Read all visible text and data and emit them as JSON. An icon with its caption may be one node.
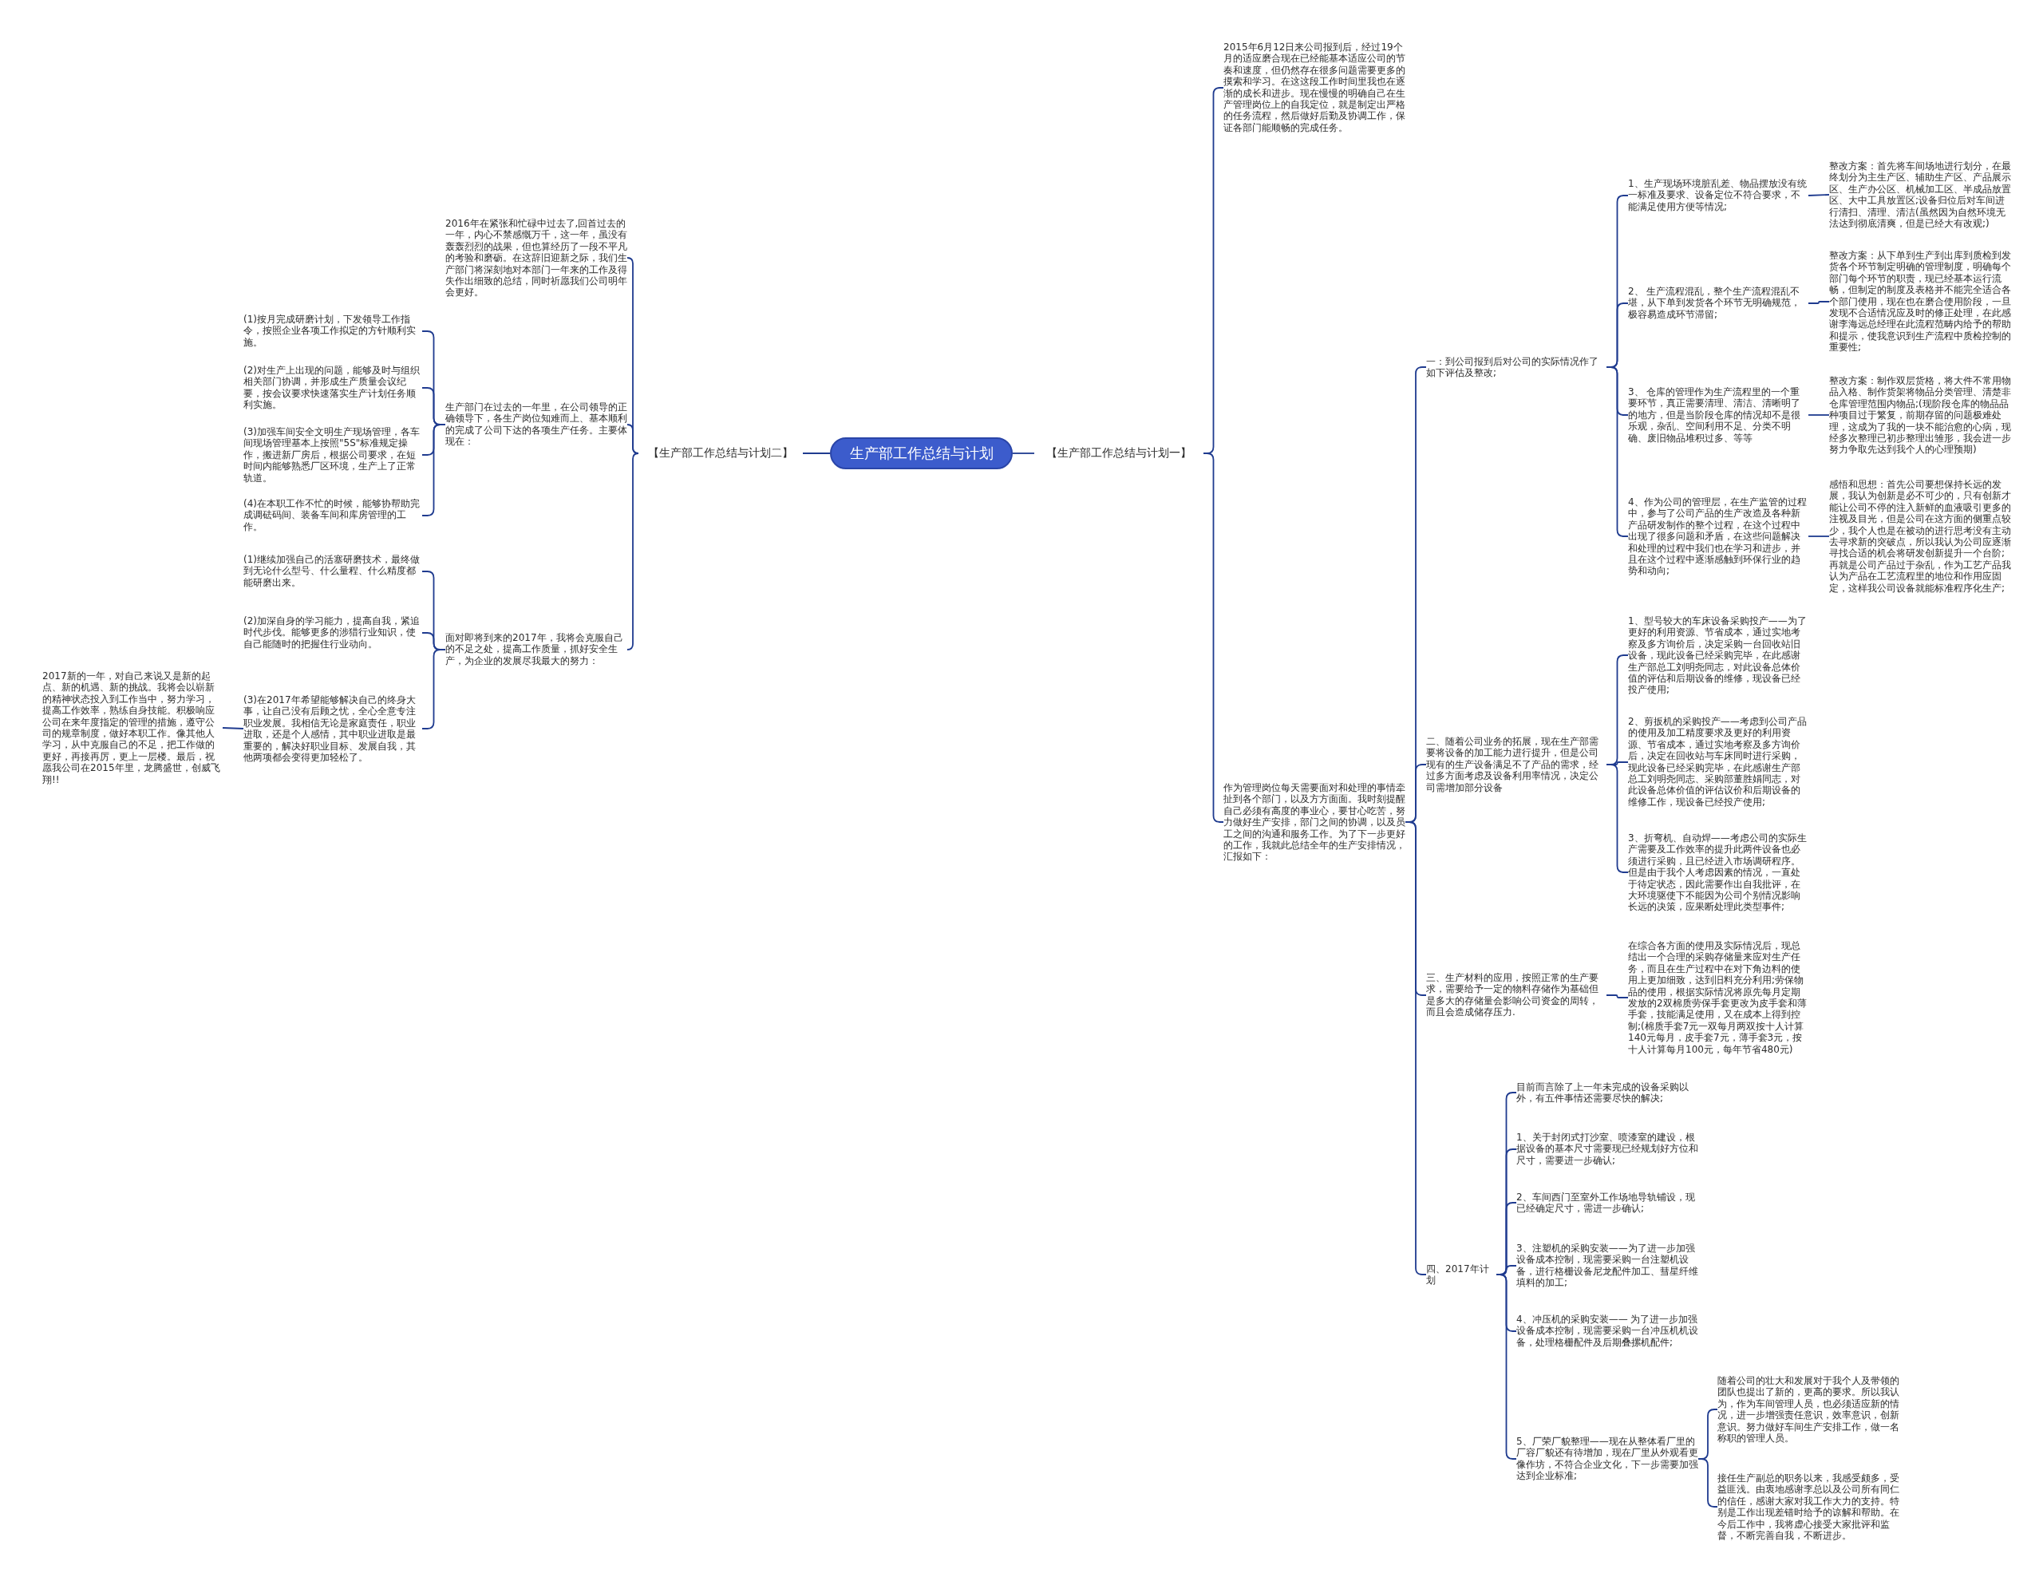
{
  "diagram": {
    "nodes": [
      {
        "text": [
          "生产部工作总结与计划"
        ]
      },
      {
        "text": [
          "【生产部工作总结与计划二】"
        ]
      },
      {
        "text": [
          "2016年在紧张和忙碌中过去了,回首过去的一年，内心不禁感慨万千，这一年，虽没有轰轰烈烈的战果，但也算经历了一段不平凡的考验和磨砺。在这辞旧迎新之际，我们生产部门将深刻地对本部门一年来的工作及得失作出细致的总结，同时祈愿我们公司明年会更好。"
        ]
      },
      {
        "text": [
          "生产部门在过去的一年里，在公司领导的正确领导下，各生产岗位知难而上、基本顺利的完成了公司下达的各项生产任务。主要体现在："
        ]
      },
      {
        "text": [
          "(1)按月完成研磨计划，下发领导工作指令，按照企业各项工作拟定的方针顺利实施。"
        ]
      },
      {
        "text": [
          "(2)对生产上出现的问题，能够及时与组织相关部门协调，并形成生产质量会议纪要，按会议要求快速落实生产计划任务顺利实施。"
        ]
      },
      {
        "text": [
          "(3)加强车间安全文明生产现场管理，各车间现场管理基本上按照\"5S\"标准规定操作，搬进新厂房后，根据公司要求，在短时间内能够熟悉厂区环境，生产上了正常轨道。"
        ]
      },
      {
        "text": [
          "(4)在本职工作不忙的时候，能够协帮助完成调砝码间、装备车间和库房管理的工作。"
        ]
      },
      {
        "text": [
          "面对即将到来的2017年，我将会克服自己的不足之处，提高工作质量，抓好安全生产，为企业的发展尽我最大的努力："
        ]
      },
      {
        "text": [
          "(1)继续加强自己的活塞研磨技术，最终做到无论什么型号、什么量程、什么精度都能研磨出来。"
        ]
      },
      {
        "text": [
          "(2)加深自身的学习能力，提高自我，紧追时代步伐。能够更多的涉猎行业知识，使自己能随时的把握住行业动向。"
        ]
      },
      {
        "text": [
          "(3)在2017年希望能够解决自己的终身大事，让自己没有后顾之忧，全心全意专注职业发展。我相信无论是家庭责任，职业进取，还是个人感情，其中职业进取是最重要的，解决好职业目标、发展自我，其他两项都会变得更加轻松了。"
        ]
      },
      {
        "text": [
          "2017新的一年，对自己来说又是新的起点、新的机遇、新的挑战。我将会以崭新的精神状态投入到工作当中，努力学习，提高工作效率，熟练自身技能。积极响应公司在来年度指定的管理的措施，遵守公司的规章制度，做好本职工作。像其他人学习，从中克服自己的不足，把工作做的更好，再接再厉，更上一层楼。最后，祝愿我公司在2015年里，龙腾盛世，创威飞翔!!"
        ]
      },
      {
        "text": [
          "【生产部工作总结与计划一】"
        ]
      },
      {
        "text": [
          "2015年6月12日来公司报到后，经过19个月的适应磨合现在已经能基本适应公司的节奏和速度，但仍然存在很多问题需要更多的摸索和学习。在这这段工作时间里我也在逐渐的成长和进步。现在慢慢的明确自己在生产管理岗位上的自我定位，就是制定出严格的任务流程，然后做好后勤及协调工作，保证各部门能顺畅的完成任务。"
        ]
      },
      {
        "text": [
          "作为管理岗位每天需要面对和处理的事情牵扯到各个部门，以及方方面面。我时刻提醒自己必须有高度的事业心，要甘心吃苦，努力做好生产安排，部门之间的协调，以及员工之间的沟通和服务工作。为了下一步更好的工作，我就此总结全年的生产安排情况，汇报如下："
        ]
      },
      {
        "text": [
          "一：到公司报到后对公司的实际情况作了如下评估及整改;"
        ]
      },
      {
        "text": [
          "1、生产现场环境脏乱差、物品摆放没有统一标准及要求、设备定位不符合要求，不能满足使用方便等情况;"
        ]
      },
      {
        "text": [
          "整改方案：首先将车间场地进行划分，在最终划分为主生产区、辅助生产区、产品展示区、生产办公区、机械加工区、半成品放置区、大中工具放置区;设备归位后对车间进行清扫、清理、清洁(虽然因为自然环境无法达到彻底清爽，但是已经大有改观;)"
        ]
      },
      {
        "text": [
          "2、 生产流程混乱，整个生产流程混乱不堪，从下单到发货各个环节无明确规范，极容易造成环节滞留;"
        ]
      },
      {
        "text": [
          "整改方案：从下单到生产到出库到质检到发货各个环节制定明确的管理制度，明确每个部门每个环节的职责，现已经基本运行流畅，但制定的制度及表格并不能完全适合各个部门使用，现在也在磨合使用阶段，一旦发现不合适情况应及时的修正处理，在此感谢李海远总经理在此流程范畴内给予的帮助和提示，使我意识到生产流程中质检控制的重要性;"
        ]
      },
      {
        "text": [
          "3、 仓库的管理作为生产流程里的一个重要环节，真正需要清理、清洁、清晰明了的地方，但是当阶段仓库的情况却不是很乐观，杂乱、空间利用不足、分类不明确、废旧物品堆积过多、等等"
        ]
      },
      {
        "text": [
          "整改方案：制作双层货格，将大件不常用物品入格、制作货架将物品分类管理、清楚非仓库管理范围内物品;(现阶段仓库的物品品种项目过于繁复，前期存留的问题极难处理，这成为了我的一块不能治愈的心病，现经多次整理已初步整理出雏形，我会进一步努力争取先达到我个人的心理预期)"
        ]
      },
      {
        "text": [
          "4、作为公司的管理层，在生产监管的过程中，参与了公司产品的生产改造及各种新产品研发制作的整个过程，在这个过程中出现了很多问题和矛盾，在这些问题解决和处理的过程中我们也在学习和进步，并且在这个过程中逐渐感触到环保行业的趋势和动向;"
        ]
      },
      {
        "text": [
          "感悟和思想：首先公司要想保持长远的发展，我认为创新是必不可少的，只有创新才能让公司不停的注入新鲜的血液吸引更多的注视及目光，但是公司在这方面的侧重点较少，我个人也是在被动的进行思考没有主动去寻求新的突破点，所以我认为公司应逐渐寻找合适的机会将研发创新提升一个台阶;再就是公司产品过于杂乱，作为工艺产品我认为产品在工艺流程里的地位和作用应固定，这样我公司设备就能标准程序化生产;"
        ]
      },
      {
        "text": [
          "二、随着公司业务的拓展，现在生产部需要将设备的加工能力进行提升，但是公司现有的生产设备满足不了产品的需求，经过多方面考虑及设备利用率情况，决定公司需增加部分设备"
        ]
      },
      {
        "text": [
          "1、型号较大的车床设备采购投产——为了更好的利用资源、节省成本，通过实地考察及多方询价后，决定采购一台回收站旧设备，现此设备已经采购完毕，在此感谢生产部总工刘明尧同志，对此设备总体价值的评估和后期设备的维修，现设备已经投产使用;"
        ]
      },
      {
        "text": [
          "2、剪扳机的采购投产——考虑到公司产品的使用及加工精度要求及更好的利用资源、节省成本，通过实地考察及多方询价后，决定在回收站与车床同时进行采购，现此设备已经采购完毕，在此感谢生产部总工刘明尧同志、采购部董胜娟同志，对此设备总体价值的评估议价和后期设备的维修工作，现设备已经投产使用;"
        ]
      },
      {
        "text": [
          "3、折弯机、自动焊——考虑公司的实际生产需要及工作效率的提升此两件设备也必须进行采购，且已经进入市场调研程序。但是由于我个人考虑因素的情况，一直处于待定状态，因此需要作出自我批评，在大环境驱使下不能因为公司个别情况影响长远的决策，应果断处理此类型事件;"
        ]
      },
      {
        "text": [
          "三、生产材料的应用，按照正常的生产要求，需要给予一定的物料存储作为基础但是多大的存储量会影响公司资金的周转，而且会造成储存压力."
        ]
      },
      {
        "text": [
          "在综合各方面的使用及实际情况后，现总结出一个合理的采购存储量来应对生产任务，而且在生产过程中在对下角边料的使用上更加细致，达到旧料充分利用;劳保物品的使用，根据实际情况将原先每月定期发放的2双棉质劳保手套更改为皮手套和薄手套，技能满足使用，又在成本上得到控制;(棉质手套7元一双每月两双按十人计算140元每月，皮手套7元，薄手套3元，按十人计算每月100元，每年节省480元)"
        ]
      },
      {
        "text": [
          "四、2017年计划"
        ]
      },
      {
        "text": [
          "目前而言除了上一年未完成的设备采购以外，有五件事情还需要尽快的解决;"
        ]
      },
      {
        "text": [
          "1、关于封闭式打沙室、喷漆室的建设，根据设备的基本尺寸需要现已经规划好方位和尺寸，需要进一步确认;"
        ]
      },
      {
        "text": [
          "2、车间西门至室外工作场地导轨铺设，现已经确定尺寸，需进一步确认;"
        ]
      },
      {
        "text": [
          "3、注塑机的采购安装——为了进一步加强设备成本控制，现需要采购一台注塑机设备，进行格栅设备尼龙配件加工、彗星纤维填料的加工;"
        ]
      },
      {
        "text": [
          "4、冲压机的采购安装—— 为了进一步加强设备成本控制，现需要采购一台冲压机机设备，处理格栅配件及后期叠摞机配件;"
        ]
      },
      {
        "text": [
          "5、厂荣厂貌整理——现在从整体看厂里的厂容厂貌还有待增加，现在厂里从外观看更像作坊，不符合企业文化，下一步需要加强达到企业标准;"
        ]
      },
      {
        "text": [
          "随着公司的壮大和发展对于我个人及带领的团队也提出了新的，更高的要求。所以我认为，作为车间管理人员，也必须适应新的情况，进一步增强责任意识，效率意识，创新意识。努力做好车间生产安排工作，做一名称职的管理人员。"
        ]
      },
      {
        "text": [
          "接任生产副总的职务以来，我感受颇多，受益匪浅。由衷地感谢李总以及公司所有同仁的信任，感谢大家对我工作大力的支持。特别是工作出现差错时给予的谅解和帮助。在今后工作中，我将虚心接受大家批评和监督，不断完善自我，不断进步。"
        ]
      }
    ],
    "edges": [
      {
        "from": 0,
        "to": 1,
        "arrow": "none"
      },
      {
        "from": 1,
        "to": 2,
        "arrow": "none"
      },
      {
        "from": 1,
        "to": 3,
        "arrow": "none"
      },
      {
        "from": 3,
        "to": 4,
        "arrow": "none"
      },
      {
        "from": 3,
        "to": 5,
        "arrow": "none"
      },
      {
        "from": 3,
        "to": 6,
        "arrow": "none"
      },
      {
        "from": 3,
        "to": 7,
        "arrow": "none"
      },
      {
        "from": 1,
        "to": 8,
        "arrow": "none"
      },
      {
        "from": 8,
        "to": 9,
        "arrow": "none"
      },
      {
        "from": 8,
        "to": 10,
        "arrow": "none"
      },
      {
        "from": 8,
        "to": 11,
        "arrow": "none"
      },
      {
        "from": 11,
        "to": 12,
        "arrow": "none"
      },
      {
        "from": 0,
        "to": 13,
        "arrow": "none"
      },
      {
        "from": 13,
        "to": 14,
        "arrow": "none"
      },
      {
        "from": 13,
        "to": 15,
        "arrow": "none"
      },
      {
        "from": 15,
        "to": 16,
        "arrow": "none"
      },
      {
        "from": 16,
        "to": 17,
        "arrow": "none"
      },
      {
        "from": 17,
        "to": 18,
        "arrow": "none"
      },
      {
        "from": 16,
        "to": 19,
        "arrow": "none"
      },
      {
        "from": 19,
        "to": 20,
        "arrow": "none"
      },
      {
        "from": 16,
        "to": 21,
        "arrow": "none"
      },
      {
        "from": 21,
        "to": 22,
        "arrow": "none"
      },
      {
        "from": 16,
        "to": 23,
        "arrow": "none"
      },
      {
        "from": 23,
        "to": 24,
        "arrow": "none"
      },
      {
        "from": 15,
        "to": 25,
        "arrow": "none"
      },
      {
        "from": 25,
        "to": 26,
        "arrow": "none"
      },
      {
        "from": 25,
        "to": 27,
        "arrow": "none"
      },
      {
        "from": 25,
        "to": 28,
        "arrow": "none"
      },
      {
        "from": 15,
        "to": 29,
        "arrow": "none"
      },
      {
        "from": 29,
        "to": 30,
        "arrow": "none"
      },
      {
        "from": 15,
        "to": 31,
        "arrow": "none"
      },
      {
        "from": 31,
        "to": 32,
        "arrow": "none"
      },
      {
        "from": 31,
        "to": 33,
        "arrow": "none"
      },
      {
        "from": 31,
        "to": 34,
        "arrow": "none"
      },
      {
        "from": 31,
        "to": 35,
        "arrow": "none"
      },
      {
        "from": 31,
        "to": 36,
        "arrow": "none"
      },
      {
        "from": 31,
        "to": 37,
        "arrow": "none"
      },
      {
        "from": 37,
        "to": 38,
        "arrow": "none"
      },
      {
        "from": 37,
        "to": 39,
        "arrow": "none"
      }
    ]
  }
}
